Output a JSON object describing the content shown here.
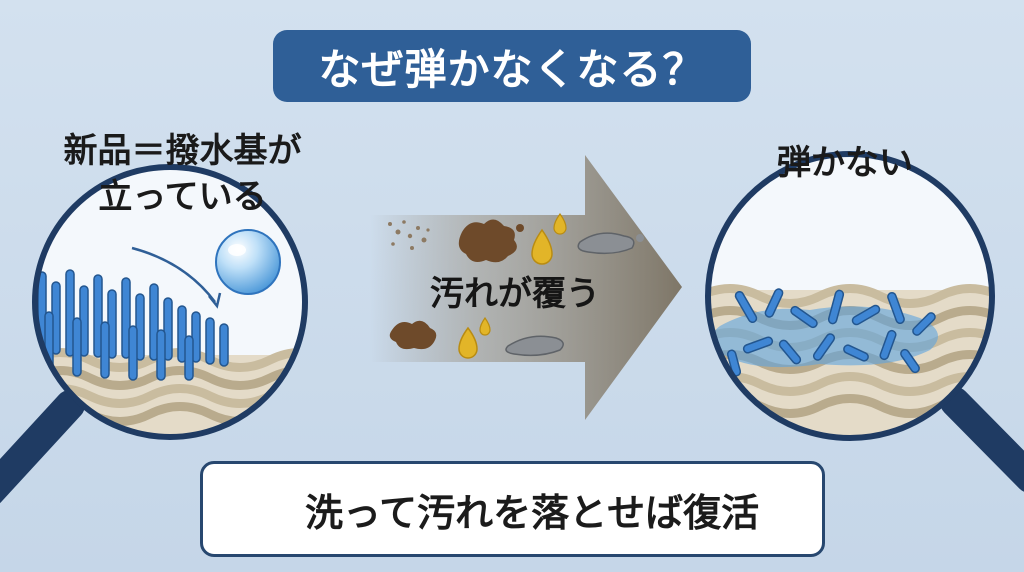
{
  "title": "なぜ弾かなくなる？",
  "left_panel": {
    "label_line1": "新品＝撥水基が",
    "label_line2": "立っている"
  },
  "arrow": {
    "label": "汚れが覆う"
  },
  "right_panel": {
    "label": "弾かない"
  },
  "tip": {
    "icon": "washing-machine-icon",
    "text": "洗って汚れを落とせば復活"
  },
  "colors": {
    "title_bg": "#2f5f97",
    "background": "#c9d9ea",
    "fiber_blue": "#3f86d4",
    "lens_rim": "#1f3b63",
    "arrow": "#8a8274",
    "dirt_brown": "#6e4a2a",
    "oil_yellow": "#e2b528",
    "fabric": "#e4dbc8"
  }
}
